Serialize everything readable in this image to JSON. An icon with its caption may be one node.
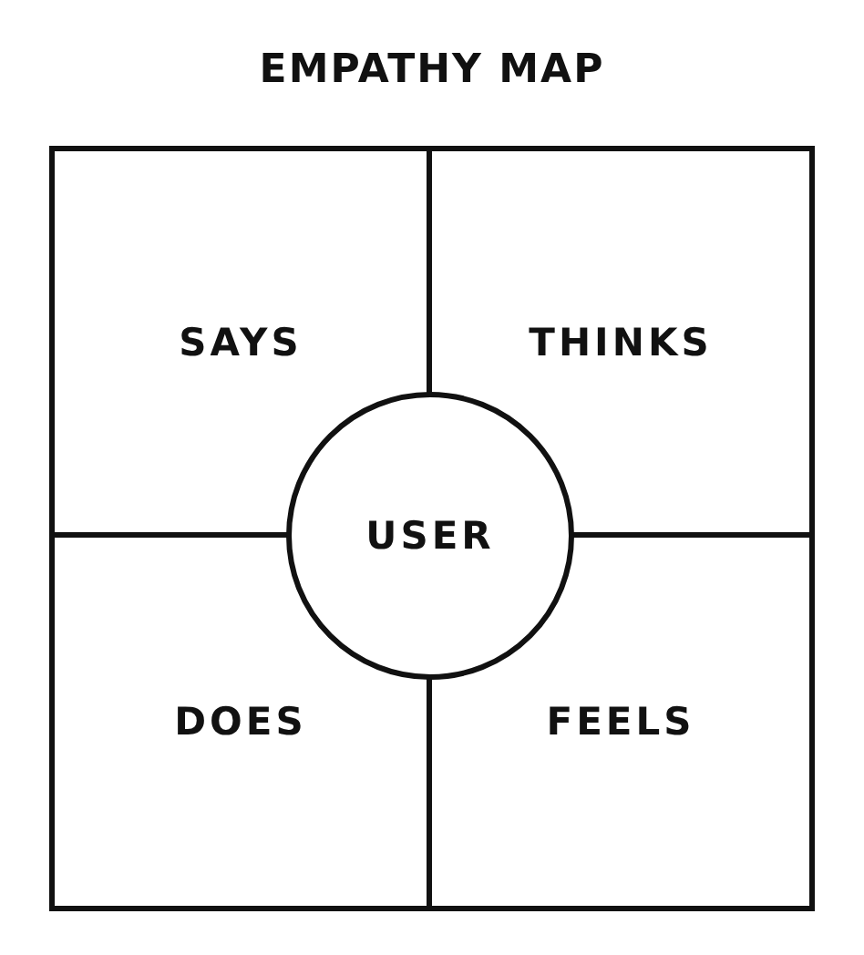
{
  "diagram": {
    "title": "EMPATHY MAP",
    "nodes": [
      {
        "text": [
          "SAYS"
        ]
      },
      {
        "text": [
          "THINKS"
        ]
      },
      {
        "text": [
          "USER"
        ]
      },
      {
        "text": [
          "DOES"
        ]
      },
      {
        "text": [
          "FEELS"
        ]
      }
    ]
  }
}
